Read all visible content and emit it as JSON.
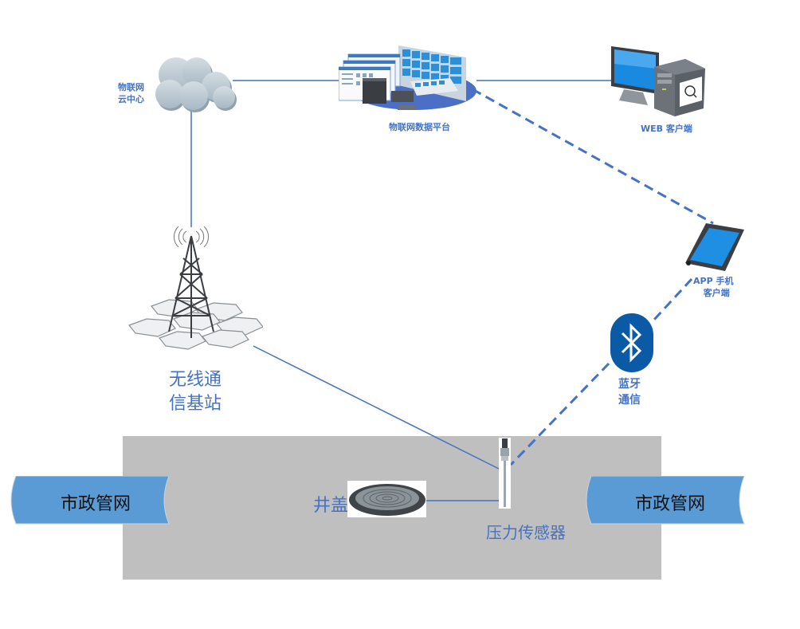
{
  "diagram": {
    "title": "物联网井盖监测系统架构",
    "nodes": {
      "cloud": {
        "label_line1": "物联网",
        "label_line2": "云中心",
        "icon": "cloud-icon"
      },
      "platform": {
        "label": "物联网数据平台",
        "icon": "data-platform-icon"
      },
      "web_client": {
        "label": "WEB 客户端",
        "icon": "desktop-computer-icon"
      },
      "app_client": {
        "label_line1": "APP 手机",
        "label_line2": "客户端",
        "icon": "smartphone-icon"
      },
      "bluetooth": {
        "label_line1": "蓝牙",
        "label_line2": "通信",
        "icon": "bluetooth-icon"
      },
      "base_station": {
        "label_line1": "无线通",
        "label_line2": "信基站",
        "icon": "radio-tower-icon"
      },
      "manhole_cover": {
        "label": "井盖",
        "icon": "manhole-cover-icon"
      },
      "pressure_sensor": {
        "label": "压力传感器",
        "icon": "pressure-sensor-icon"
      },
      "pipe_left": {
        "label": "市政管网"
      },
      "pipe_right": {
        "label": "市政管网"
      }
    },
    "connections": [
      {
        "from": "cloud",
        "to": "platform",
        "style": "solid"
      },
      {
        "from": "platform",
        "to": "web_client",
        "style": "solid"
      },
      {
        "from": "cloud",
        "to": "base_station",
        "style": "solid"
      },
      {
        "from": "platform",
        "to": "app_client",
        "style": "dashed"
      },
      {
        "from": "app_client",
        "to": "bluetooth",
        "style": "dashed"
      },
      {
        "from": "bluetooth",
        "to": "pressure_sensor",
        "style": "dashed"
      },
      {
        "from": "base_station",
        "to": "pressure_sensor",
        "style": "solid"
      },
      {
        "from": "manhole_cover",
        "to": "pressure_sensor",
        "style": "solid"
      }
    ],
    "colors": {
      "line": "#4472c4",
      "label": "#4472c4",
      "pipe": "#5b9bd5",
      "ground": "#bfbfbf",
      "bluetooth": "#0a5aa6"
    }
  }
}
